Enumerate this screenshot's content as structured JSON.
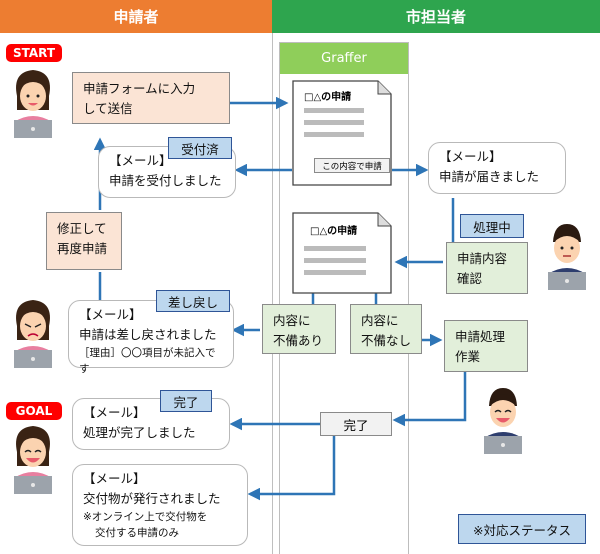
{
  "columns": {
    "applicant": "申請者",
    "staff": "市担当者"
  },
  "graffer": "Graffer",
  "badges": {
    "start": "START",
    "goal": "GOAL"
  },
  "forms": {
    "doc1_title": "□△の申請",
    "doc1_button": "この内容で申請",
    "doc2_title": "□△の申請"
  },
  "boxes": {
    "form_input": [
      "申請フォームに入力",
      "して送信"
    ],
    "mail_received": [
      "【メール】",
      "申請を受付しました"
    ],
    "mail_arrived": [
      "【メール】",
      "申請が届きました"
    ],
    "fix_resubmit": [
      "修正して",
      "再度申請"
    ],
    "confirm": [
      "申請内容",
      "確認"
    ],
    "mail_returned": [
      "【メール】",
      "申請は差し戻されました",
      "［理由］〇〇項目が未記入です"
    ],
    "deficient": [
      "内容に",
      "不備あり"
    ],
    "no_deficiency": [
      "内容に",
      "不備なし"
    ],
    "processing": [
      "申請処理",
      "作業"
    ],
    "mail_done": [
      "【メール】",
      "処理が完了しました"
    ],
    "done_label": "完了",
    "mail_issued": [
      "【メール】",
      "交付物が発行されました",
      "※オンライン上で交付物を",
      "交付する申請のみ"
    ]
  },
  "statuses": {
    "accepted": "受付済",
    "in_progress": "処理中",
    "returned": "差し戻し",
    "completed": "完了",
    "legend": "※対応ステータス"
  },
  "colors": {
    "applicant_header": "#ed7d31",
    "staff_header": "#2ea54e",
    "graffer_header": "#8fce5a",
    "arrow": "#2e75b6",
    "status_fill": "#bdd7ee"
  }
}
